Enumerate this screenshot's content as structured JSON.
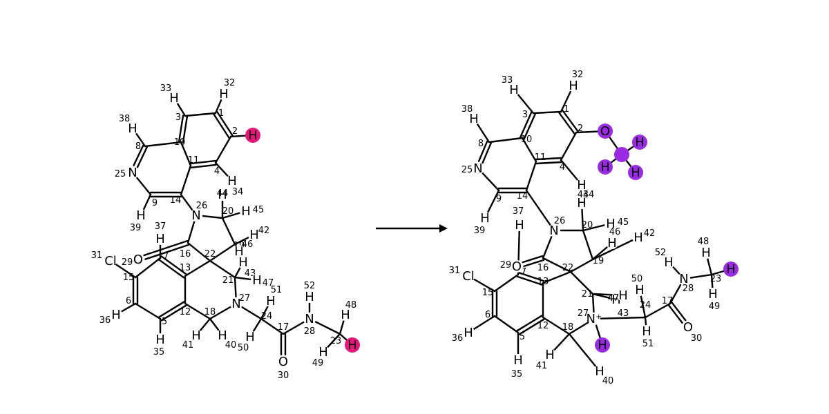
{
  "colors": {
    "removed": "#e8157a",
    "added": "#9a2be2"
  },
  "left": {
    "atoms": [
      {
        "id": "1",
        "sym": "C"
      },
      {
        "id": "2",
        "sym": "C"
      },
      {
        "id": "3",
        "sym": "C"
      },
      {
        "id": "4",
        "sym": "C"
      },
      {
        "id": "5",
        "sym": "C"
      },
      {
        "id": "6",
        "sym": "C"
      },
      {
        "id": "7",
        "sym": "C"
      },
      {
        "id": "8",
        "sym": "C"
      },
      {
        "id": "9",
        "sym": "C"
      },
      {
        "id": "10",
        "sym": "C"
      },
      {
        "id": "11",
        "sym": "C"
      },
      {
        "id": "12",
        "sym": "C"
      },
      {
        "id": "13",
        "sym": "C"
      },
      {
        "id": "14",
        "sym": "C"
      },
      {
        "id": "15",
        "sym": "C"
      },
      {
        "id": "16",
        "sym": "C"
      },
      {
        "id": "17",
        "sym": "C"
      },
      {
        "id": "18",
        "sym": "C"
      },
      {
        "id": "19",
        "sym": "C"
      },
      {
        "id": "20",
        "sym": "C"
      },
      {
        "id": "21",
        "sym": "C"
      },
      {
        "id": "22",
        "sym": "C"
      },
      {
        "id": "23",
        "sym": "C"
      },
      {
        "id": "24",
        "sym": "C"
      },
      {
        "id": "25",
        "sym": "N"
      },
      {
        "id": "26",
        "sym": "N"
      },
      {
        "id": "27",
        "sym": "N"
      },
      {
        "id": "28",
        "sym": "N"
      },
      {
        "id": "29",
        "sym": "O"
      },
      {
        "id": "30",
        "sym": "O"
      },
      {
        "id": "31",
        "sym": "Cl"
      },
      {
        "id": "32",
        "sym": "H"
      },
      {
        "id": "33",
        "sym": "H"
      },
      {
        "id": "34",
        "sym": "H"
      },
      {
        "id": "35",
        "sym": "H"
      },
      {
        "id": "36",
        "sym": "H"
      },
      {
        "id": "37",
        "sym": "H"
      },
      {
        "id": "38",
        "sym": "H"
      },
      {
        "id": "39",
        "sym": "H"
      },
      {
        "id": "40",
        "sym": "H"
      },
      {
        "id": "41",
        "sym": "H"
      },
      {
        "id": "42",
        "sym": "H"
      },
      {
        "id": "43",
        "sym": "H"
      },
      {
        "id": "44",
        "sym": "H"
      },
      {
        "id": "45",
        "sym": "H"
      },
      {
        "id": "46",
        "sym": "H"
      },
      {
        "id": "47",
        "sym": "H"
      },
      {
        "id": "48",
        "sym": "H"
      },
      {
        "id": "49",
        "sym": "H"
      },
      {
        "id": "50",
        "sym": "H"
      },
      {
        "id": "51",
        "sym": "H"
      },
      {
        "id": "52",
        "sym": "H"
      },
      {
        "id": "rH2",
        "sym": "H",
        "label": "",
        "hl": "removed"
      },
      {
        "id": "rH23",
        "sym": "H",
        "label": "",
        "hl": "removed"
      }
    ],
    "bonds": [
      [
        "1",
        "2",
        2
      ],
      [
        "2",
        "4",
        1
      ],
      [
        "4",
        "11",
        2
      ],
      [
        "11",
        "10",
        1
      ],
      [
        "10",
        "3",
        2
      ],
      [
        "3",
        "1",
        1
      ],
      [
        "10",
        "8",
        1
      ],
      [
        "8",
        "25",
        2
      ],
      [
        "25",
        "9",
        1
      ],
      [
        "9",
        "14",
        2
      ],
      [
        "14",
        "11",
        1
      ],
      [
        "14",
        "26",
        1
      ],
      [
        "26",
        "16",
        1
      ],
      [
        "26",
        "20",
        1
      ],
      [
        "16",
        "29",
        2
      ],
      [
        "16",
        "22",
        1
      ],
      [
        "22",
        "19",
        1
      ],
      [
        "19",
        "20",
        1
      ],
      [
        "22",
        "21",
        1
      ],
      [
        "21",
        "27",
        1
      ],
      [
        "22",
        "13",
        1
      ],
      [
        "13",
        "7",
        2
      ],
      [
        "7",
        "15",
        1
      ],
      [
        "15",
        "6",
        2
      ],
      [
        "6",
        "5",
        1
      ],
      [
        "5",
        "12",
        2
      ],
      [
        "12",
        "13",
        1
      ],
      [
        "12",
        "18",
        1
      ],
      [
        "18",
        "27",
        1
      ],
      [
        "27",
        "24",
        1
      ],
      [
        "24",
        "17",
        1
      ],
      [
        "17",
        "30",
        2
      ],
      [
        "17",
        "28",
        1
      ],
      [
        "28",
        "23",
        1
      ],
      [
        "15",
        "31",
        1
      ],
      [
        "1",
        "32",
        1
      ],
      [
        "3",
        "33",
        1
      ],
      [
        "4",
        "34",
        1
      ],
      [
        "5",
        "35",
        1
      ],
      [
        "6",
        "36",
        1
      ],
      [
        "7",
        "37",
        1
      ],
      [
        "8",
        "38",
        1
      ],
      [
        "9",
        "39",
        1
      ],
      [
        "18",
        "40",
        1
      ],
      [
        "18",
        "41",
        1
      ],
      [
        "19",
        "42",
        1
      ],
      [
        "21",
        "43",
        1
      ],
      [
        "20",
        "44",
        1
      ],
      [
        "20",
        "45",
        1
      ],
      [
        "19",
        "46",
        1
      ],
      [
        "21",
        "47",
        1
      ],
      [
        "23",
        "48",
        1
      ],
      [
        "23",
        "49",
        1
      ],
      [
        "24",
        "50",
        1
      ],
      [
        "24",
        "51",
        1
      ],
      [
        "28",
        "52",
        1
      ],
      [
        "2",
        "rH2",
        1
      ],
      [
        "23",
        "rH23",
        1
      ]
    ]
  },
  "right": {
    "atoms": [
      {
        "id": "1",
        "sym": "C"
      },
      {
        "id": "2",
        "sym": "C"
      },
      {
        "id": "3",
        "sym": "C"
      },
      {
        "id": "4",
        "sym": "C"
      },
      {
        "id": "5",
        "sym": "C"
      },
      {
        "id": "6",
        "sym": "C"
      },
      {
        "id": "7",
        "sym": "C"
      },
      {
        "id": "8",
        "sym": "C"
      },
      {
        "id": "9",
        "sym": "C"
      },
      {
        "id": "10",
        "sym": "C"
      },
      {
        "id": "11",
        "sym": "C"
      },
      {
        "id": "12",
        "sym": "C"
      },
      {
        "id": "13",
        "sym": "C"
      },
      {
        "id": "14",
        "sym": "C"
      },
      {
        "id": "15",
        "sym": "C"
      },
      {
        "id": "16",
        "sym": "C"
      },
      {
        "id": "17",
        "sym": "C"
      },
      {
        "id": "18",
        "sym": "C"
      },
      {
        "id": "19",
        "sym": "C"
      },
      {
        "id": "20",
        "sym": "C"
      },
      {
        "id": "21",
        "sym": "C"
      },
      {
        "id": "22",
        "sym": "C"
      },
      {
        "id": "23",
        "sym": "C"
      },
      {
        "id": "24",
        "sym": "C"
      },
      {
        "id": "25",
        "sym": "N"
      },
      {
        "id": "26",
        "sym": "N"
      },
      {
        "id": "27",
        "sym": "N⁺"
      },
      {
        "id": "28",
        "sym": "N"
      },
      {
        "id": "29",
        "sym": "O"
      },
      {
        "id": "30",
        "sym": "O"
      },
      {
        "id": "31",
        "sym": "Cl"
      },
      {
        "id": "32",
        "sym": "H"
      },
      {
        "id": "33",
        "sym": "H"
      },
      {
        "id": "34",
        "sym": "H"
      },
      {
        "id": "35",
        "sym": "H"
      },
      {
        "id": "36",
        "sym": "H"
      },
      {
        "id": "37",
        "sym": "H"
      },
      {
        "id": "38",
        "sym": "H"
      },
      {
        "id": "39",
        "sym": "H"
      },
      {
        "id": "40",
        "sym": "H"
      },
      {
        "id": "41",
        "sym": "H"
      },
      {
        "id": "42",
        "sym": "H"
      },
      {
        "id": "43",
        "sym": "H"
      },
      {
        "id": "44",
        "sym": "H"
      },
      {
        "id": "45",
        "sym": "H"
      },
      {
        "id": "46",
        "sym": "H"
      },
      {
        "id": "47",
        "sym": "H"
      },
      {
        "id": "48",
        "sym": "H"
      },
      {
        "id": "49",
        "sym": "H"
      },
      {
        "id": "50",
        "sym": "H"
      },
      {
        "id": "51",
        "sym": "H"
      },
      {
        "id": "52",
        "sym": "H"
      },
      {
        "id": "aO",
        "sym": "O",
        "label": "",
        "hl": "added"
      },
      {
        "id": "aC",
        "sym": "C",
        "label": "",
        "hl": "added"
      },
      {
        "id": "aH1",
        "sym": "H",
        "label": "",
        "hl": "added"
      },
      {
        "id": "aH2",
        "sym": "H",
        "label": "",
        "hl": "added"
      },
      {
        "id": "aH3",
        "sym": "H",
        "label": "",
        "hl": "added"
      },
      {
        "id": "aH23",
        "sym": "H",
        "label": "",
        "hl": "added"
      },
      {
        "id": "aHN",
        "sym": "H",
        "label": "",
        "hl": "added"
      }
    ],
    "bonds": [
      [
        "1",
        "2",
        2
      ],
      [
        "2",
        "4",
        1
      ],
      [
        "4",
        "11",
        2
      ],
      [
        "11",
        "10",
        1
      ],
      [
        "10",
        "3",
        2
      ],
      [
        "3",
        "1",
        1
      ],
      [
        "10",
        "8",
        1
      ],
      [
        "8",
        "25",
        2
      ],
      [
        "25",
        "9",
        1
      ],
      [
        "9",
        "14",
        2
      ],
      [
        "14",
        "11",
        1
      ],
      [
        "14",
        "26",
        1
      ],
      [
        "26",
        "16",
        1
      ],
      [
        "26",
        "20",
        1
      ],
      [
        "16",
        "29",
        2
      ],
      [
        "16",
        "22",
        1
      ],
      [
        "22",
        "19",
        1
      ],
      [
        "19",
        "20",
        1
      ],
      [
        "22",
        "21",
        1
      ],
      [
        "21",
        "27",
        1
      ],
      [
        "22",
        "13",
        1
      ],
      [
        "13",
        "7",
        2
      ],
      [
        "7",
        "15",
        1
      ],
      [
        "15",
        "6",
        2
      ],
      [
        "6",
        "5",
        1
      ],
      [
        "5",
        "12",
        2
      ],
      [
        "12",
        "13",
        1
      ],
      [
        "12",
        "18",
        1
      ],
      [
        "18",
        "27",
        1
      ],
      [
        "27",
        "24",
        1
      ],
      [
        "24",
        "17",
        1
      ],
      [
        "17",
        "30",
        2
      ],
      [
        "17",
        "28",
        1
      ],
      [
        "28",
        "23",
        1
      ],
      [
        "15",
        "31",
        1
      ],
      [
        "1",
        "32",
        1
      ],
      [
        "3",
        "33",
        1
      ],
      [
        "4",
        "34",
        1
      ],
      [
        "5",
        "35",
        1
      ],
      [
        "6",
        "36",
        1
      ],
      [
        "7",
        "37",
        1
      ],
      [
        "8",
        "38",
        1
      ],
      [
        "9",
        "39",
        1
      ],
      [
        "18",
        "40",
        1
      ],
      [
        "18",
        "41",
        1
      ],
      [
        "19",
        "42",
        1
      ],
      [
        "21",
        "43",
        1
      ],
      [
        "20",
        "44",
        1
      ],
      [
        "20",
        "45",
        1
      ],
      [
        "19",
        "46",
        1
      ],
      [
        "21",
        "47",
        1
      ],
      [
        "23",
        "48",
        1
      ],
      [
        "23",
        "49",
        1
      ],
      [
        "24",
        "50",
        1
      ],
      [
        "24",
        "51",
        1
      ],
      [
        "28",
        "52",
        1
      ],
      [
        "2",
        "aO",
        1
      ],
      [
        "aO",
        "aC",
        1
      ],
      [
        "aC",
        "aH1",
        1
      ],
      [
        "aC",
        "aH2",
        1
      ],
      [
        "aC",
        "aH3",
        1
      ],
      [
        "23",
        "aH23",
        1
      ],
      [
        "27",
        "aHN",
        1
      ]
    ]
  }
}
